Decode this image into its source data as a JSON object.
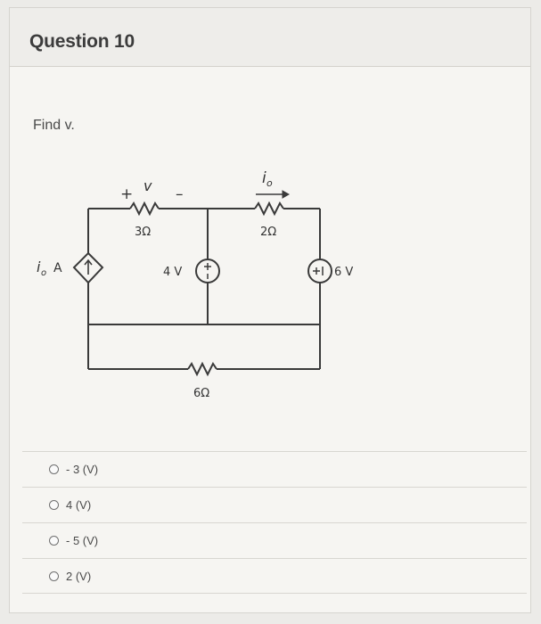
{
  "question": {
    "title": "Question 10",
    "prompt": "Find v."
  },
  "circuit": {
    "voltage_label": "v",
    "plus_sign": "+",
    "minus_sign": "–",
    "current_label": "i",
    "current_subscript": "o",
    "dep_source_label_prefix": "i",
    "dep_source_label_subscript": "o",
    "dep_source_label_unit": "A",
    "r1_label": "3Ω",
    "r2_label": "2Ω",
    "r3_label": "6Ω",
    "v_source_1_label": "4 V",
    "v_source_2_label": "6 V"
  },
  "options": [
    {
      "label": "- 3 (V)"
    },
    {
      "label": "4 (V)"
    },
    {
      "label": "- 5 (V)"
    },
    {
      "label": "2 (V)"
    }
  ],
  "colors": {
    "wire": "#3a3a3a",
    "background": "#f6f5f2"
  }
}
